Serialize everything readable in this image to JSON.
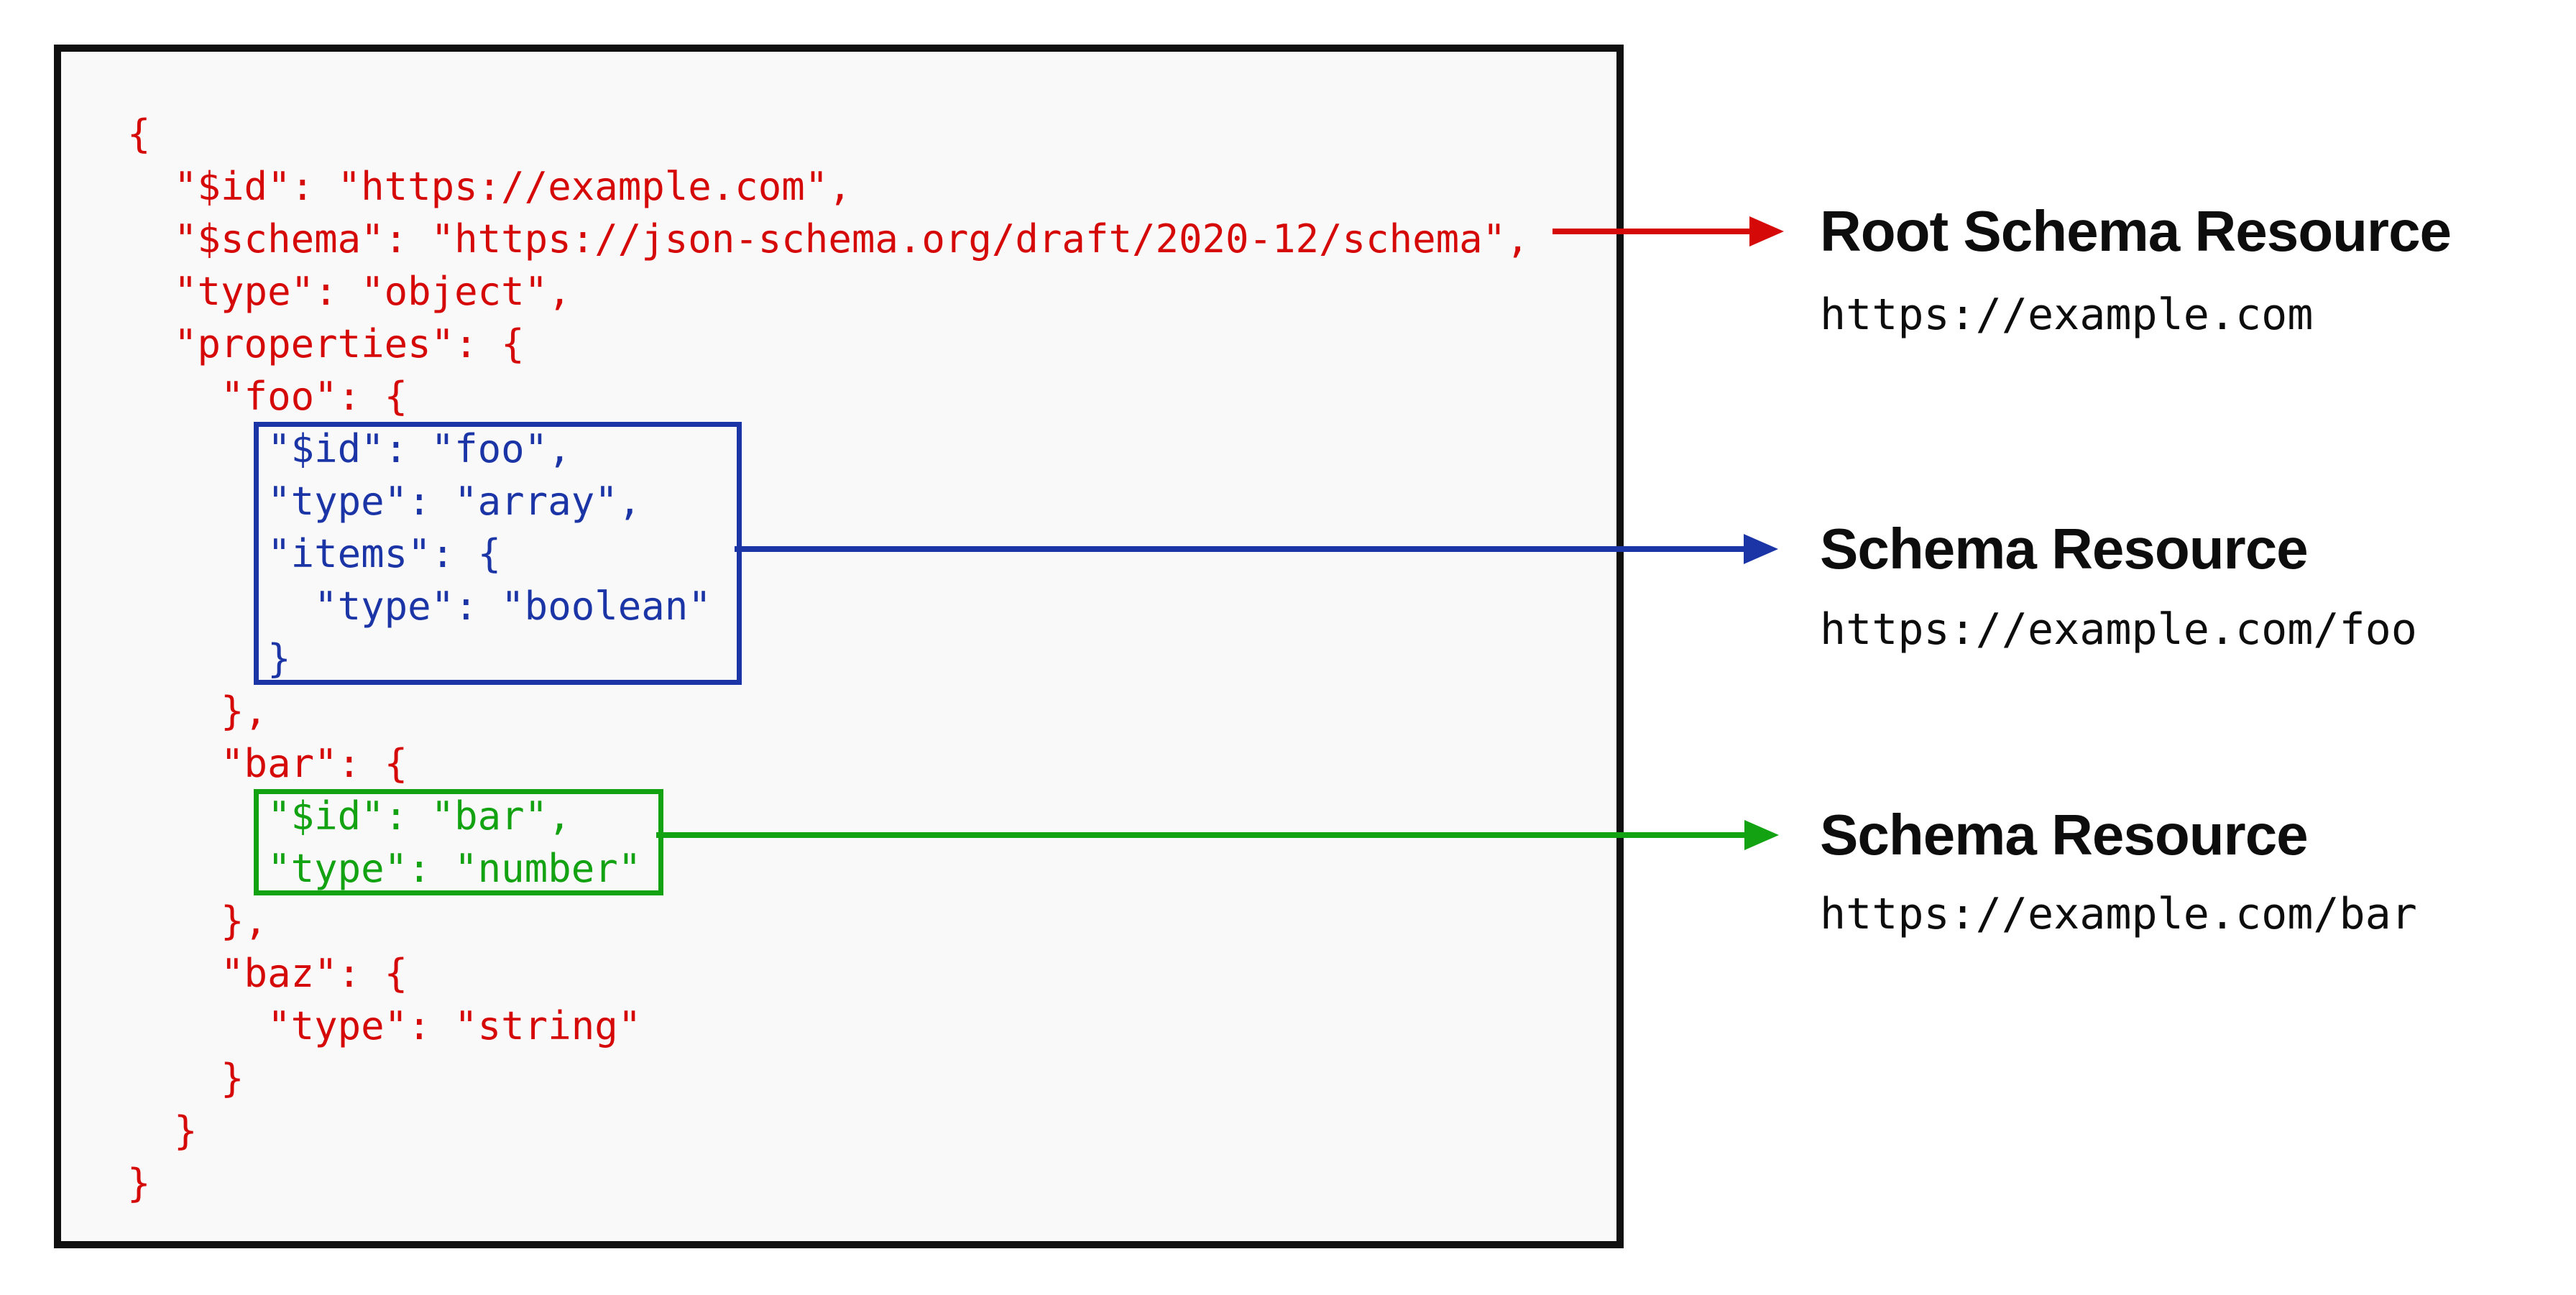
{
  "diagram": {
    "colors": {
      "red": "#d60909",
      "blue": "#1b35a6",
      "green": "#12a212",
      "box_border": "#101010",
      "box_fill": "#f9f9f9",
      "label_text": "#0d0d0d"
    },
    "code": {
      "language": "json-schema",
      "lines": [
        {
          "resource": "root",
          "text": "{"
        },
        {
          "resource": "root",
          "text": "  \"$id\": \"https://example.com\","
        },
        {
          "resource": "root",
          "text": "  \"$schema\": \"https://json-schema.org/draft/2020-12/schema\","
        },
        {
          "resource": "root",
          "text": "  \"type\": \"object\","
        },
        {
          "resource": "root",
          "text": "  \"properties\": {"
        },
        {
          "resource": "root",
          "text": "    \"foo\": {"
        },
        {
          "resource": "foo",
          "text": "      \"$id\": \"foo\","
        },
        {
          "resource": "foo",
          "text": "      \"type\": \"array\","
        },
        {
          "resource": "foo",
          "text": "      \"items\": {"
        },
        {
          "resource": "foo",
          "text": "        \"type\": \"boolean\""
        },
        {
          "resource": "foo",
          "text": "      }"
        },
        {
          "resource": "root",
          "text": "    },"
        },
        {
          "resource": "root",
          "text": "    \"bar\": {"
        },
        {
          "resource": "bar",
          "text": "      \"$id\": \"bar\","
        },
        {
          "resource": "bar",
          "text": "      \"type\": \"number\""
        },
        {
          "resource": "root",
          "text": "    },"
        },
        {
          "resource": "root",
          "text": "    \"baz\": {"
        },
        {
          "resource": "root",
          "text": "      \"type\": \"string\""
        },
        {
          "resource": "root",
          "text": "    }"
        },
        {
          "resource": "root",
          "text": "  }"
        },
        {
          "resource": "root",
          "text": "}"
        }
      ]
    },
    "annotations": [
      {
        "resource": "root",
        "title": "Root Schema Resource",
        "url": "https://example.com"
      },
      {
        "resource": "foo",
        "title": "Schema Resource",
        "url": "https://example.com/foo"
      },
      {
        "resource": "bar",
        "title": "Schema Resource",
        "url": "https://example.com/bar"
      }
    ]
  }
}
